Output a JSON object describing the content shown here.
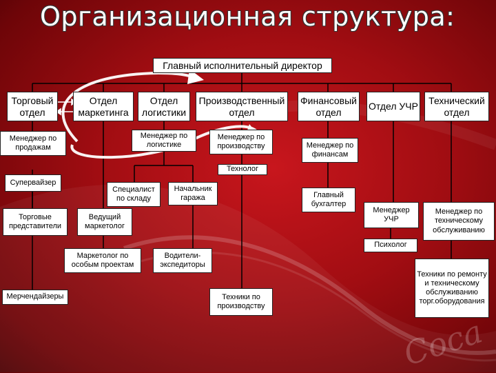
{
  "title": "Организационная структура:",
  "ceo": "Главный исполнительный директор",
  "departments": {
    "sales": "Торговый отдел",
    "marketing": "Отдел маркетинга",
    "logistics": "Отдел логистики",
    "production": "Производственный отдел",
    "finance": "Финансовый отдел",
    "accounting": "Отдел УЧР",
    "technical": "Технический отдел"
  },
  "positions": {
    "sales_manager": "Менеджер по продажам",
    "logistics_manager": "Менеджер по логистике",
    "production_manager": "Менеджер по производству",
    "technologist": "Технолог",
    "finance_manager": "Менеджер по финансам",
    "supervisor": "Супервайзер",
    "warehouse_specialist": "Специалист по складу",
    "garage_head": "Начальник гаража",
    "chief_accountant": "Главный бухгалтер",
    "hr_manager": "Менеджер УЧР",
    "tech_service_manager": "Менеджер по техническому обслуживанию",
    "sales_reps": "Торговые представители",
    "lead_marketer": "Ведущий маркетолог",
    "psychologist": "Психолог",
    "special_projects_marketer": "Маркетолог по особым проектам",
    "driver_forwarders": "Водители-экспедиторы",
    "repair_technicians": "Техники по ремонту и техническому обслуживанию торг.оборудования",
    "merchandisers": "Мерчендайзеры",
    "production_technicians": "Техники по производству"
  },
  "colors": {
    "background": "#b0121a",
    "box": "#ffffff",
    "line": "#000000"
  },
  "logo_text": "Coca"
}
